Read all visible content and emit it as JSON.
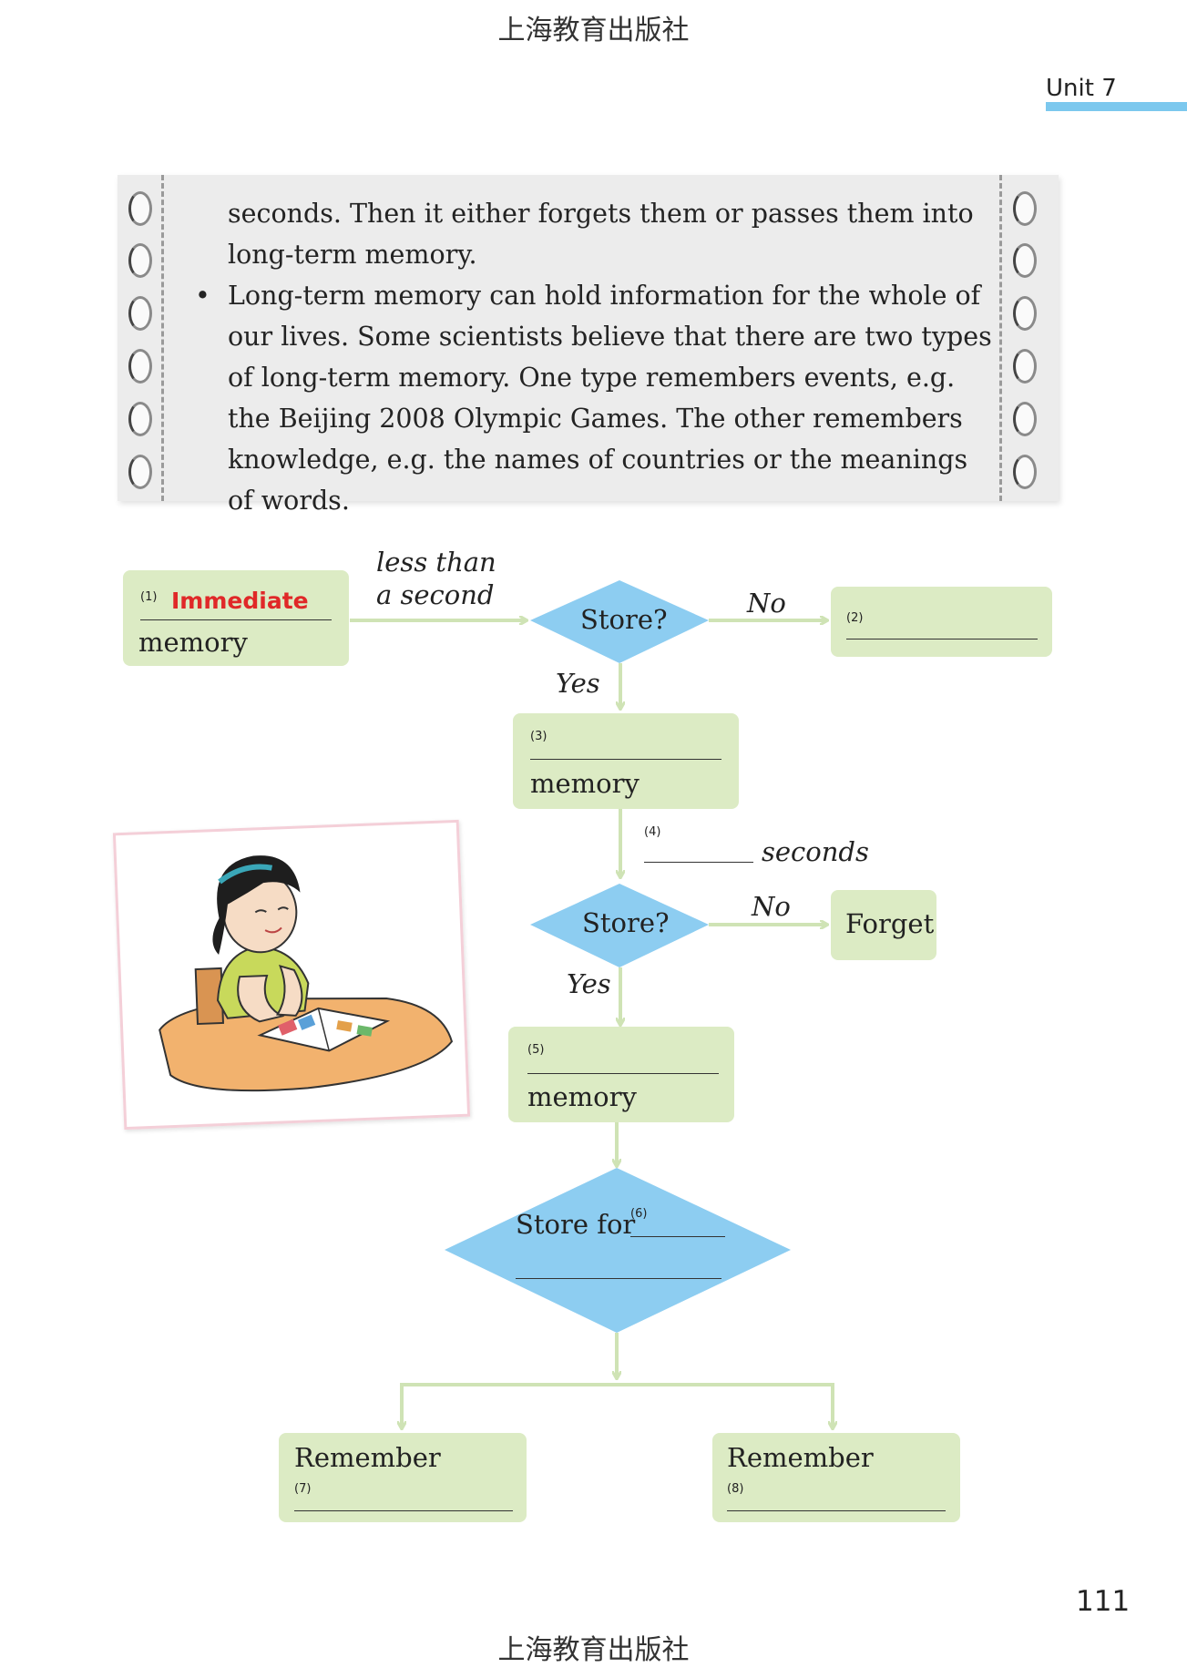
{
  "publisher": "上海教育出版社",
  "unit": "Unit 7",
  "page_number": "111",
  "note": {
    "para1": "seconds. Then it either forgets them or passes them into long-term memory.",
    "bullet_symbol": "•",
    "para2": "Long-term memory can hold information for the whole of our lives. Some scientists believe that there are two types of long-term memory. One type remembers events, e.g. the Beijing 2008 Olympic Games. The other remembers knowledge, e.g. the names of countries or the meanings of words."
  },
  "flowchart": {
    "box1": {
      "num": "(1)",
      "answer": "Immediate",
      "label": "memory"
    },
    "arrow1_label_line1": "less than",
    "arrow1_label_line2": "a second",
    "diamond1": "Store?",
    "no1": "No",
    "box2": {
      "num": "(2)"
    },
    "yes1": "Yes",
    "box3": {
      "num": "(3)",
      "label": "memory"
    },
    "blank4": {
      "num": "(4)",
      "suffix": "seconds"
    },
    "diamond2": "Store?",
    "no2": "No",
    "forget": "Forget",
    "yes2": "Yes",
    "box5": {
      "num": "(5)",
      "label": "memory"
    },
    "diamond3": {
      "label": "Store for",
      "num": "(6)"
    },
    "box7": {
      "label": "Remember",
      "num": "(7)"
    },
    "box8": {
      "label": "Remember",
      "num": "(8)"
    }
  },
  "colors": {
    "box_green": "#dcebc4",
    "diamond_blue": "#8dcdf1",
    "arrow_green": "#cfe3b5",
    "unit_bar": "#7cc8ee",
    "answer_red": "#e02828"
  }
}
